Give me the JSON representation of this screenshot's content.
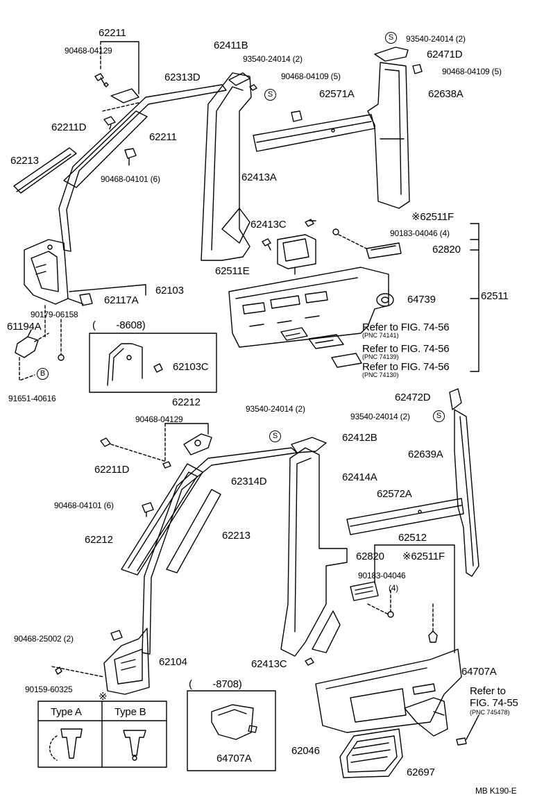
{
  "footer_code": "MB  K190-E",
  "asterisk": "※",
  "circle_s": "S",
  "circle_b": "B",
  "upper": {
    "l62211_top": "62211",
    "l90468_04129": "90468-04129",
    "l62313D": "62313D",
    "l62211D": "62211D",
    "l62211_mid": "62211",
    "l62213": "62213",
    "l90468_04101": "90468-04101 (6)",
    "l62103": "62103",
    "l62117A": "62117A",
    "l90179_06158": "90179-06158",
    "l61194A": "61194A",
    "l91651_40616": "91651-40616",
    "inset_8608": "(　　-8608)",
    "l62103C": "62103C",
    "l62411B": "62411B",
    "l93540_24014_a": "93540-24014 (2)",
    "l90468_04109_a": "90468-04109 (5)",
    "l62571A": "62571A",
    "l62413A": "62413A",
    "l62413C": "62413C",
    "l62511E": "62511E",
    "l93540_24014_b": "93540-24014 (2)",
    "l62471D": "62471D",
    "l90468_04109_b": "90468-04109 (5)",
    "l62638A": "62638A",
    "l62511F": "62511F",
    "l90183_04046": "90183-04046 (4)",
    "l62820": "62820",
    "l62511": "62511",
    "l64739": "64739",
    "refer1": "Refer to FIG. 74-56",
    "pnc1": "(PNC 74141)",
    "refer2": "Refer to FIG. 74-56",
    "pnc2": "(PNC 74139)",
    "refer3": "Refer to FIG. 74-56",
    "pnc3": "(PNC 74130)"
  },
  "lower": {
    "l62212_top": "62212",
    "l90468_04129": "90468-04129",
    "l62211D": "62211D",
    "l90468_04101": "90468-04101 (6)",
    "l62212_mid": "62212",
    "l62314D": "62314D",
    "l62213": "62213",
    "l90468_25002": "90468-25002 (2)",
    "l62104": "62104",
    "l90159_60325": "90159-60325",
    "type_a": "Type A",
    "type_b": "Type B",
    "inset_8708": "(　　-8708)",
    "l64707A_inset": "64707A",
    "l93540_24014_a": "93540-24014 (2)",
    "l62412B": "62412B",
    "l62414A": "62414A",
    "l62572A": "62572A",
    "l62472D": "62472D",
    "l93540_24014_b": "93540-24014 (2)",
    "l62639A": "62639A",
    "l62512": "62512",
    "l62820": "62820",
    "l62511F": "62511F",
    "l90183_04046": "90183-04046",
    "l_qty4": "(4)",
    "l62413C": "62413C",
    "l64707A": "64707A",
    "refer4_a": "Refer to",
    "refer4_b": "FIG. 74-55",
    "pnc4": "(PNC 745478)",
    "l62046": "62046",
    "l62697": "62697"
  }
}
